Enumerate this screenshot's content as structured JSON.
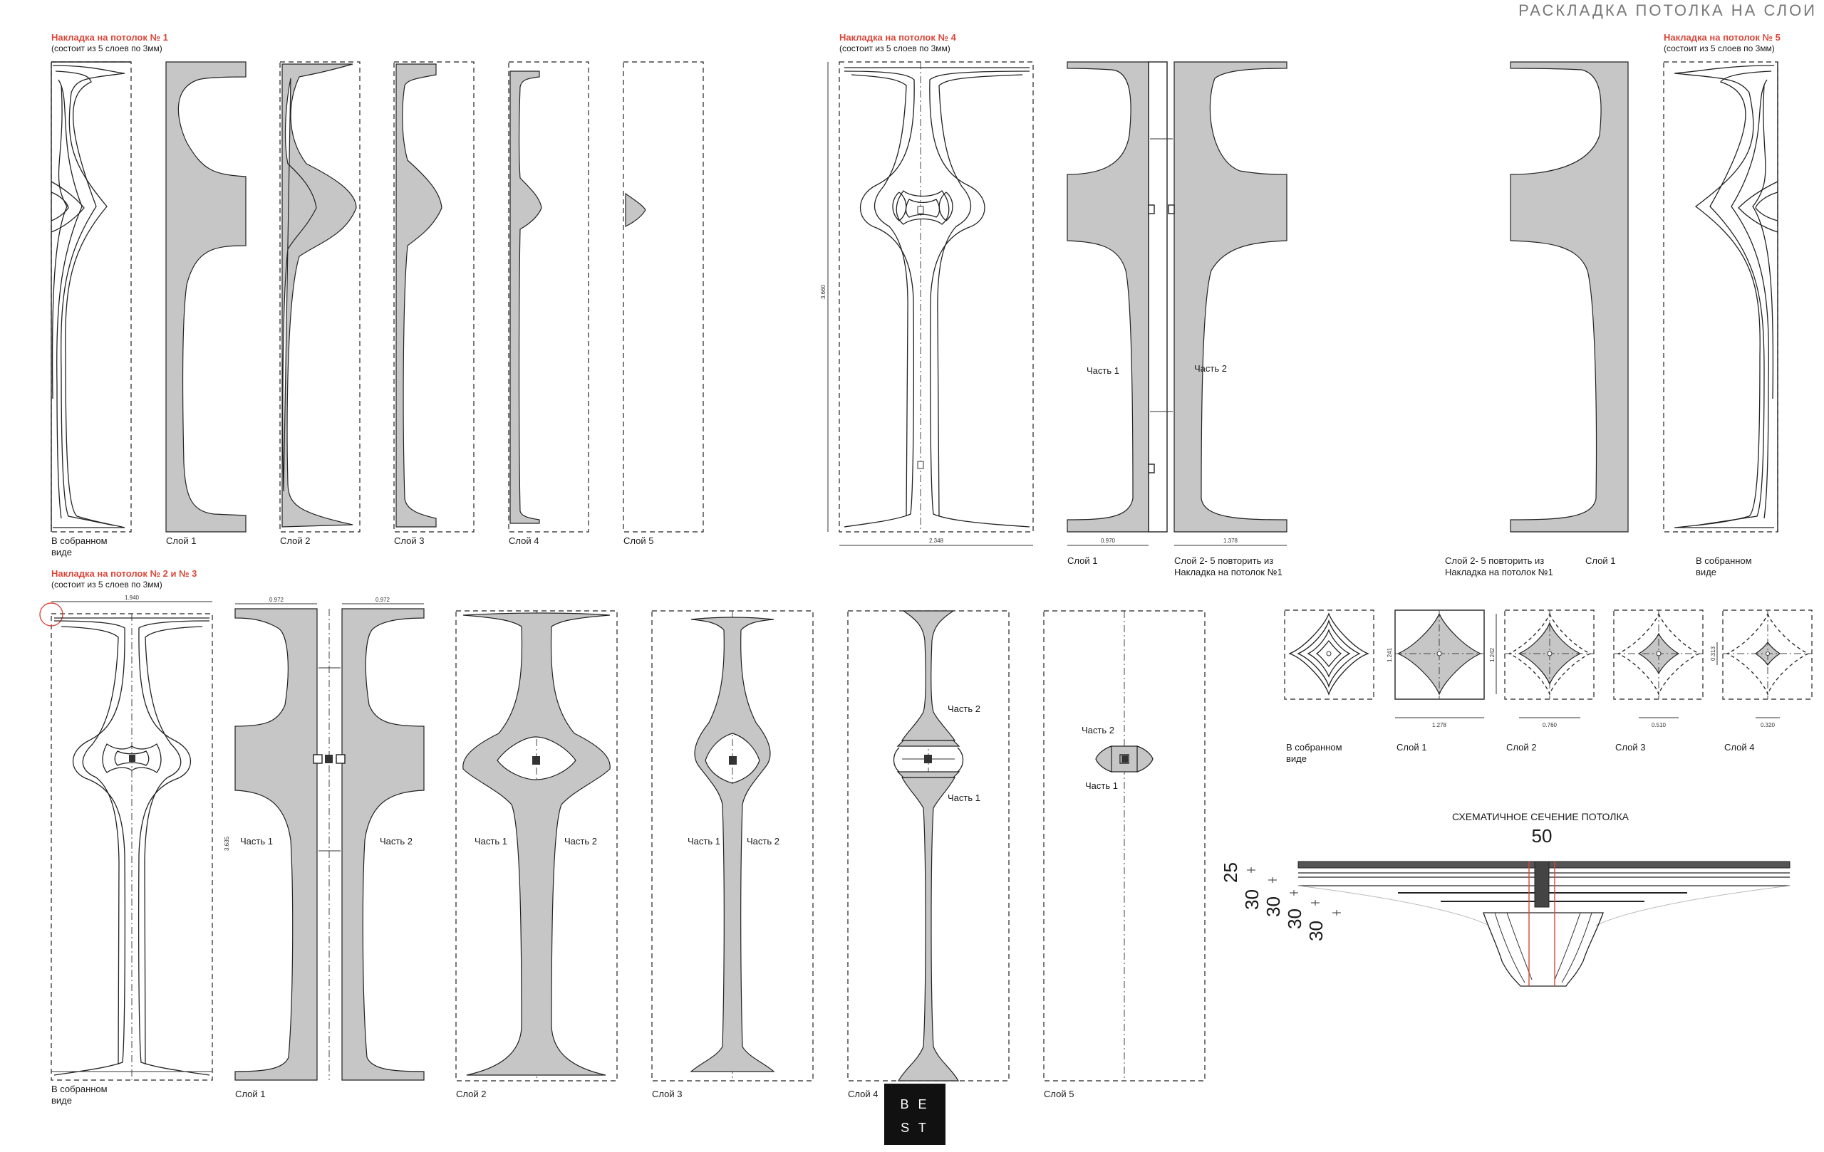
{
  "header": "РАСКЛАДКА ПОТОЛКА НА СЛОИ",
  "panels": {
    "p1": {
      "title": "Накладка на потолок № 1",
      "subtitle": "(состоит из 5 слоев по 3мм)"
    },
    "p4": {
      "title": "Накладка на потолок № 4",
      "subtitle": "(состоит из 5 слоев по 3мм)"
    },
    "p5": {
      "title": "Накладка на потолок № 5",
      "subtitle": "(состоит из 5 слоев по 3мм)"
    },
    "p23": {
      "title": "Накладка на потолок № 2 и № 3",
      "subtitle": "(состоит из 5 слоев по 3мм)"
    }
  },
  "labels": {
    "assembled_1": "В собранном",
    "assembled_2": "виде",
    "layer1": "Слой 1",
    "layer2": "Слой 2",
    "layer3": "Слой 3",
    "layer4": "Слой 4",
    "layer5": "Слой 5",
    "part1": "Часть 1",
    "part2": "Часть 2",
    "repeat_1": "Слой 2- 5 повторить из",
    "repeat_2": "Накладка на потолок №1"
  },
  "dimensions": {
    "d4_height": "3.660",
    "d4_width": "2.348",
    "d4_p1": "0.970",
    "d4_p2": "1.378",
    "d23_width": "1.940",
    "d23_p": "0.972",
    "d23_height": "3.635",
    "s_l1": "1.278",
    "s_l2": "0.760",
    "s_l3": "0.510",
    "s_l4": "0.320",
    "s_h1": "1.242",
    "s_h0": "1.241",
    "s_h4": "0.313"
  },
  "section": {
    "title": "СХЕМАТИЧНОЕ СЕЧЕНИЕ ПОТОЛКА",
    "width_label": "50",
    "layers": [
      "25",
      "30",
      "30",
      "30",
      "30"
    ]
  },
  "logo": {
    "line1": "B E",
    "line2": "S T"
  }
}
